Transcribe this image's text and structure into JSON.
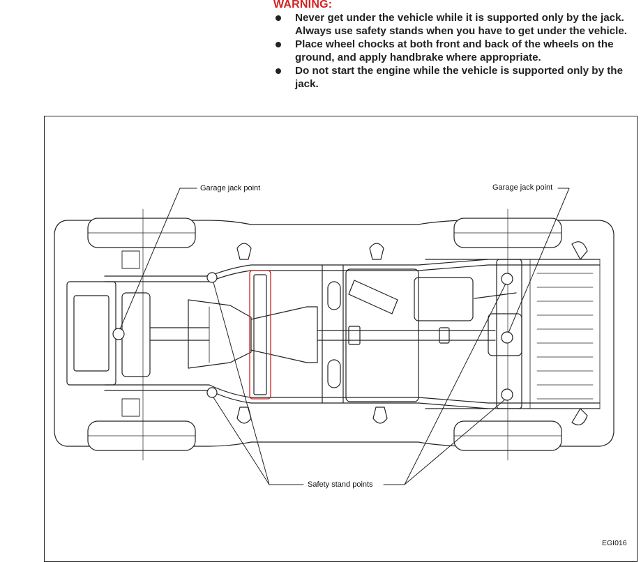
{
  "warning": {
    "title": "WARNING:",
    "items": [
      "Never get under the vehicle while it is supported only by the jack. Always use safety stands when you have to get under the vehicle.",
      "Place wheel chocks at both front and back of the wheels on the ground, and apply handbrake where appropriate.",
      "Do not start the engine while the vehicle is supported only by the jack."
    ]
  },
  "figure": {
    "labels": {
      "garage_jack_left": "Garage jack point",
      "garage_jack_right": "Garage jack point",
      "safety_stand": "Safety stand points",
      "figure_code": "EGI016"
    },
    "highlight_color": "#cc2222"
  }
}
